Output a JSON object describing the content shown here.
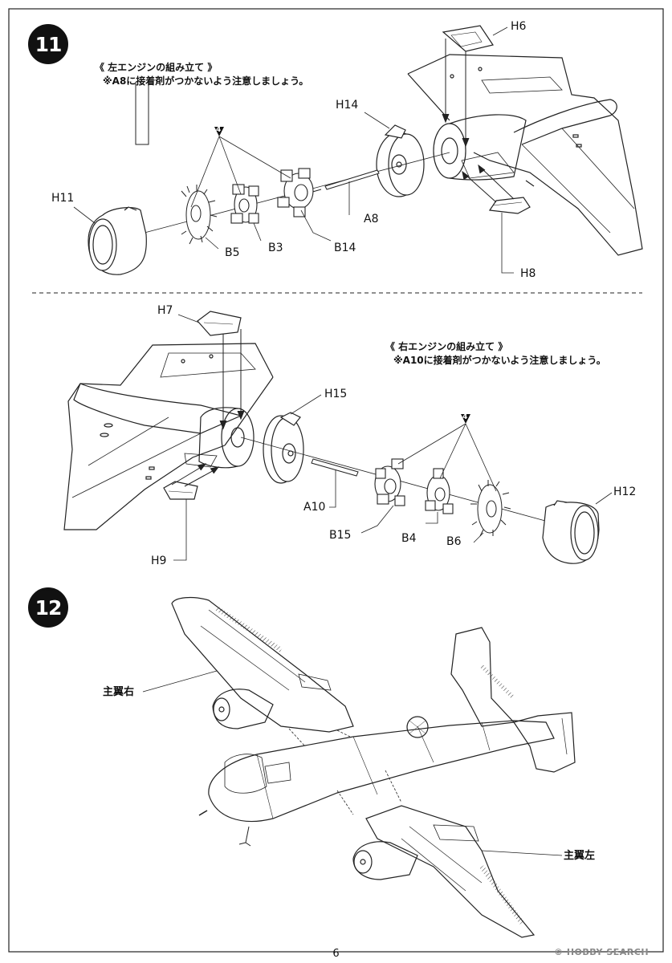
{
  "steps": [
    {
      "number": "11"
    },
    {
      "number": "12"
    }
  ],
  "left_engine": {
    "title": "《 左エンジンの組み立て 》",
    "caution": "※A8に接着剤がつかないよう注意しましょう。",
    "parts": {
      "h6": "H6",
      "h14": "H14",
      "h11": "H11",
      "a8": "A8",
      "b5": "B5",
      "b3": "B3",
      "b14": "B14",
      "h8": "H8"
    },
    "marker": "4"
  },
  "right_engine": {
    "title": "《 右エンジンの組み立て 》",
    "caution": "※A10に接着剤がつかないよう注意しましょう。",
    "parts": {
      "h7": "H7",
      "h15": "H15",
      "a10": "A10",
      "h12": "H12",
      "b15": "B15",
      "b4": "B4",
      "b6": "B6",
      "h9": "H9"
    },
    "marker": "4"
  },
  "assembly": {
    "right_wing": "主翼右",
    "left_wing": "主翼左"
  },
  "footer": {
    "page": "6",
    "watermark": "© HOBBY SEARCH"
  }
}
